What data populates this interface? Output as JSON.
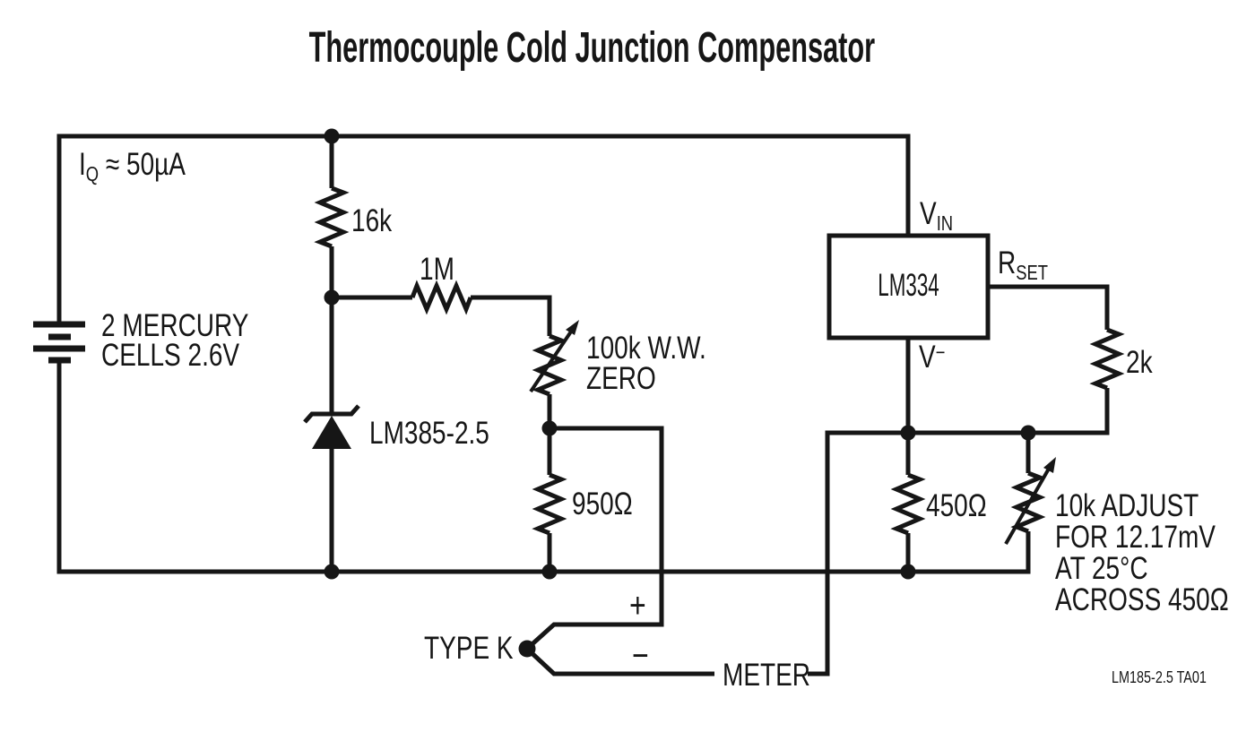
{
  "title": "Thermocouple Cold Junction Compensator",
  "credit": "LM185-2.5 TA01",
  "colors": {
    "ink": "#161616",
    "background": "#ffffff"
  },
  "labels": {
    "iq": {
      "base": "I",
      "sub": "Q",
      "rest": " ≈ 50µA"
    },
    "battery": {
      "lines": [
        "2 MERCURY",
        "CELLS 2.6V"
      ]
    },
    "r16k": "16k",
    "r1m": "1M",
    "pot100k": {
      "lines": [
        "100k W.W.",
        "ZERO"
      ]
    },
    "zener": "LM385-2.5",
    "ic": "LM334",
    "vin": {
      "base": "V",
      "sub": "IN"
    },
    "rset": {
      "base": "R",
      "sub": "SET"
    },
    "vminus": {
      "base": "V",
      "sup": "−"
    },
    "r2k": "2k",
    "r950": "950Ω",
    "r450": "450Ω",
    "pot10k": {
      "lines": [
        "10k ADJUST",
        "FOR 12.17mV",
        "AT 25°C",
        "ACROSS 450Ω"
      ]
    },
    "thermocouple": "TYPE K",
    "plus": "+",
    "minus": "−",
    "meter": "METER"
  }
}
